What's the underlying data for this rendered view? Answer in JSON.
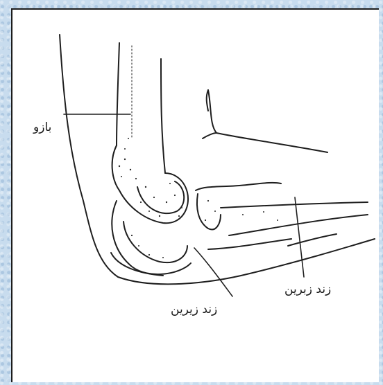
{
  "diagram": {
    "labels": {
      "arm": "بازو",
      "forearm_right": "زند زبرین",
      "forearm_bottom": "زند زیرین"
    }
  }
}
